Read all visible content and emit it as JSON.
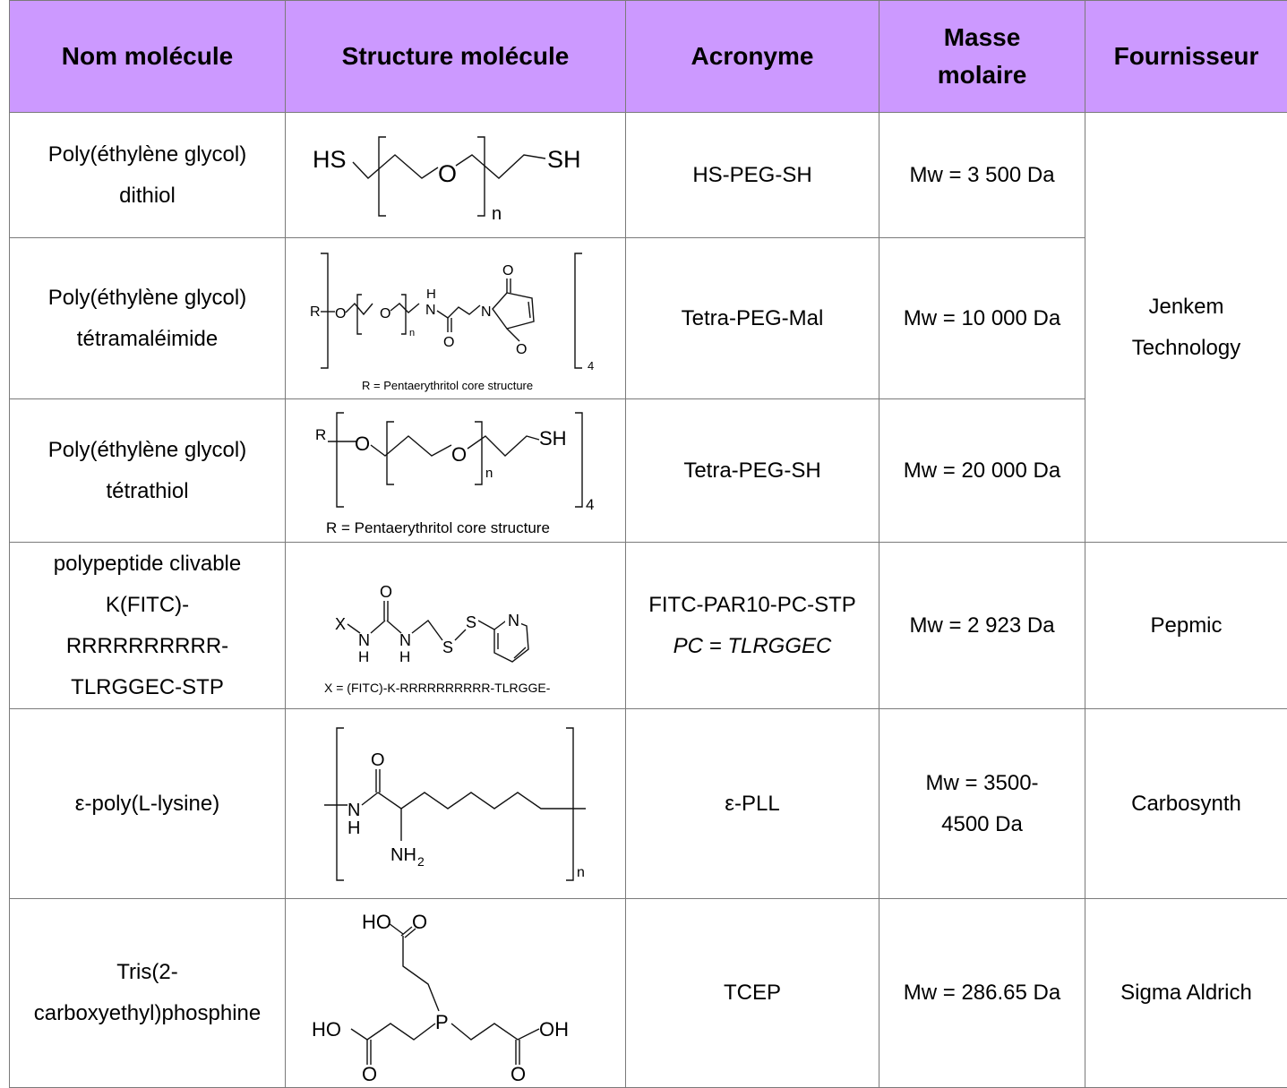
{
  "headers": {
    "name": "Nom molécule",
    "structure": "Structure molécule",
    "acronym": "Acronyme",
    "mass_l1": "Masse",
    "mass_l2": "molaire",
    "supplier": "Fournisseur"
  },
  "rows": [
    {
      "name_l1": "Poly(éthylène glycol)",
      "name_l2": "dithiol",
      "struct": {
        "left": "HS",
        "right": "SH",
        "o": "O",
        "n": "n"
      },
      "acronym": "HS-PEG-SH",
      "mass": "Mw = 3 500 Da"
    },
    {
      "name_l1": "Poly(éthylène glycol)",
      "name_l2": "tétramaléimide",
      "struct": {
        "r": "R",
        "o1": "O",
        "o2": "O",
        "h": "H",
        "nh": "N",
        "co": "O",
        "mn": "N",
        "mo1": "O",
        "mo2": "O",
        "n": "n",
        "four": "4",
        "note": "R = Pentaerythritol core structure"
      },
      "acronym": "Tetra-PEG-Mal",
      "mass": "Mw = 10 000 Da"
    },
    {
      "name_l1": "Poly(éthylène glycol)",
      "name_l2": "tétrathiol",
      "struct": {
        "r": "R",
        "o1": "O",
        "o2": "O",
        "sh": "SH",
        "n": "n",
        "four": "4",
        "note": "R = Pentaerythritol  core structure"
      },
      "acronym": "Tetra-PEG-SH",
      "mass": "Mw = 20 000 Da"
    },
    {
      "name_l1": "polypeptide clivable",
      "name_l2": "K(FITC)-",
      "name_l3": "RRRRRRRRRR-",
      "name_l4": "TLRGGEC-STP",
      "struct": {
        "x": "X",
        "o": "O",
        "n1": "N",
        "h1": "H",
        "n2": "N",
        "h2": "H",
        "s1": "S",
        "s2": "S",
        "pn": "N",
        "note": "X = (FITC)-K-RRRRRRRRRR-TLRGGE-"
      },
      "acronym": "FITC-PAR10-PC-STP",
      "acronym_sub": "PC = TLRGGEC",
      "mass": "Mw = 2 923 Da",
      "supplier": "Pepmic"
    },
    {
      "name_l1": "ε-poly(L-lysine)",
      "struct": {
        "o": "O",
        "n": "N",
        "h": "H",
        "nh2": "NH",
        "two": "2",
        "sub": "n"
      },
      "acronym": "ε-PLL",
      "mass_l1": "Mw = 3500-",
      "mass_l2": "4500 Da",
      "supplier": "Carbosynth"
    },
    {
      "name_l1": "Tris(2-",
      "name_l2": "carboxyethyl)phosphine",
      "struct": {
        "ho1": "HO",
        "o1": "O",
        "ho2": "HO",
        "o2": "O",
        "p": "P",
        "oh": "OH",
        "o3": "O"
      },
      "acronym": "TCEP",
      "mass": "Mw = 286.65 Da",
      "supplier": "Sigma Aldrich"
    }
  ],
  "jenkem": {
    "l1": "Jenkem",
    "l2": "Technology"
  }
}
